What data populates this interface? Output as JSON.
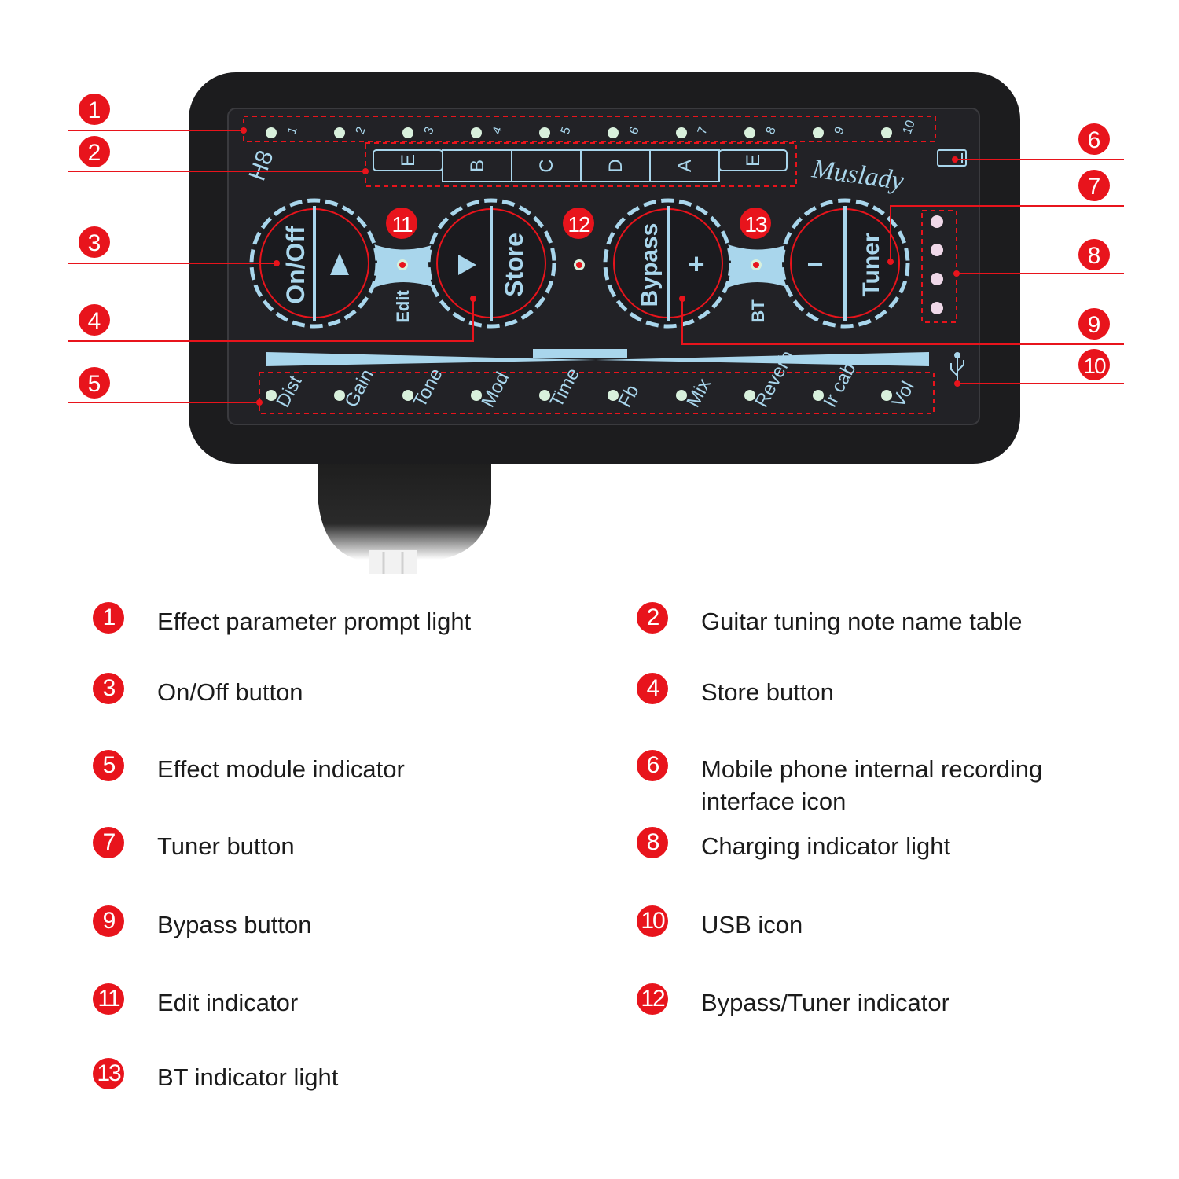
{
  "colors": {
    "badge": "#e8141c",
    "device_body": "#1c1c1e",
    "panel": "#202024",
    "print_blue": "#a9d6ec",
    "led": "#d8f0dc",
    "dashed": "#e8141c"
  },
  "device": {
    "model": "H8",
    "brand": "Muslady",
    "param_leds": [
      "1",
      "2",
      "3",
      "4",
      "5",
      "6",
      "7",
      "8",
      "9",
      "10"
    ],
    "notes": [
      "E",
      "B",
      "C",
      "D",
      "A",
      "E"
    ],
    "buttons": {
      "onoff": "On/Off",
      "store": "Store",
      "bypass": "Bypass",
      "tuner": "Tuner",
      "up_arrow_icon": "triangle-up-icon",
      "right_arrow_icon": "triangle-right-icon",
      "plus": "+",
      "minus": "−"
    },
    "edit_label": "Edit",
    "bt_label": "BT",
    "modules": [
      "Dist",
      "Gain",
      "Tone",
      "Mod",
      "Time",
      "Fb",
      "Mix",
      "Reverb",
      "Ir cab",
      "Vol"
    ],
    "icons": {
      "phone": "phone-recording-icon",
      "usb": "usb-icon"
    }
  },
  "callouts": [
    "1",
    "2",
    "3",
    "4",
    "5",
    "6",
    "7",
    "8",
    "9",
    "10",
    "11",
    "12",
    "13"
  ],
  "legend": [
    {
      "num": "1",
      "text": "Effect parameter prompt light"
    },
    {
      "num": "2",
      "text": "Guitar tuning note name table"
    },
    {
      "num": "3",
      "text": "On/Off button"
    },
    {
      "num": "4",
      "text": "Store button"
    },
    {
      "num": "5",
      "text": "Effect module indicator"
    },
    {
      "num": "6",
      "text": "Mobile phone internal recording interface icon"
    },
    {
      "num": "7",
      "text": "Tuner button"
    },
    {
      "num": "8",
      "text": "Charging indicator light"
    },
    {
      "num": "9",
      "text": "Bypass button"
    },
    {
      "num": "10",
      "text": "USB icon"
    },
    {
      "num": "11",
      "text": "Edit indicator"
    },
    {
      "num": "12",
      "text": "Bypass/Tuner indicator"
    },
    {
      "num": "13",
      "text": "BT indicator light"
    }
  ]
}
